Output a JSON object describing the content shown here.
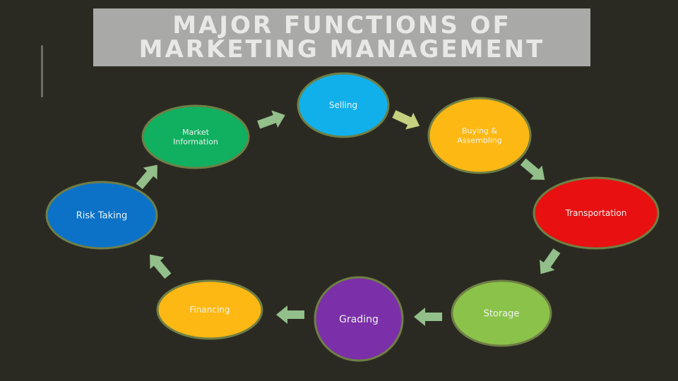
{
  "title": {
    "line1": "MAJOR FUNCTIONS OF",
    "line2": "MARKETING MANAGEMENT"
  },
  "nodes": [
    {
      "id": "selling",
      "label": [
        "Selling"
      ],
      "color": "#12b0ea"
    },
    {
      "id": "buying-assembling",
      "label": [
        "Buying &",
        "Assembling"
      ],
      "color": "#fdb813"
    },
    {
      "id": "transportation",
      "label": [
        "Transportation"
      ],
      "color": "#e81010"
    },
    {
      "id": "storage",
      "label": [
        "Storage"
      ],
      "color": "#8bc34a"
    },
    {
      "id": "grading",
      "label": [
        "Grading"
      ],
      "color": "#7b2fa8"
    },
    {
      "id": "financing",
      "label": [
        "Financing"
      ],
      "color": "#fdb813"
    },
    {
      "id": "risk-taking",
      "label": [
        "Risk Taking"
      ],
      "color": "#0b72c8"
    },
    {
      "id": "market-information",
      "label": [
        "Market",
        "Information"
      ],
      "color": "#10b060"
    }
  ],
  "colors": {
    "background": "#2b2a22",
    "arrow": "#9ecf96",
    "arrow_selling_out": "#d6e38a",
    "title_bg": "#a9a9a7"
  }
}
